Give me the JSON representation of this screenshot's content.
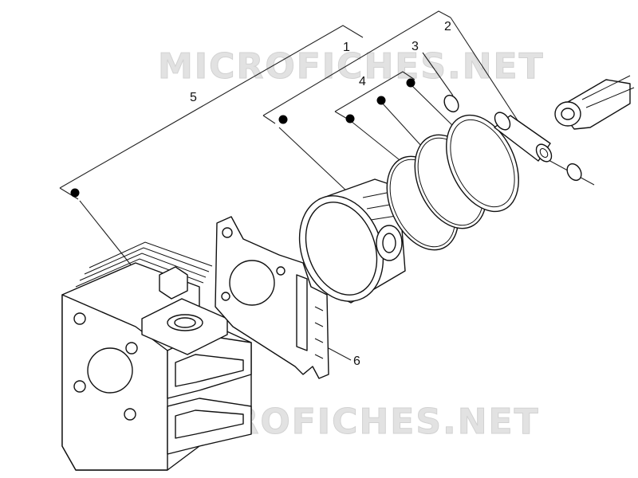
{
  "watermark": {
    "top": "MICROFICHES.NET",
    "bottom": "MICROFICHES.NET"
  },
  "callouts": [
    "1",
    "2",
    "3",
    "4",
    "5",
    "6"
  ],
  "colors": {
    "line": "#111111",
    "watermark": "#e2e2e2",
    "background": "#ffffff"
  }
}
